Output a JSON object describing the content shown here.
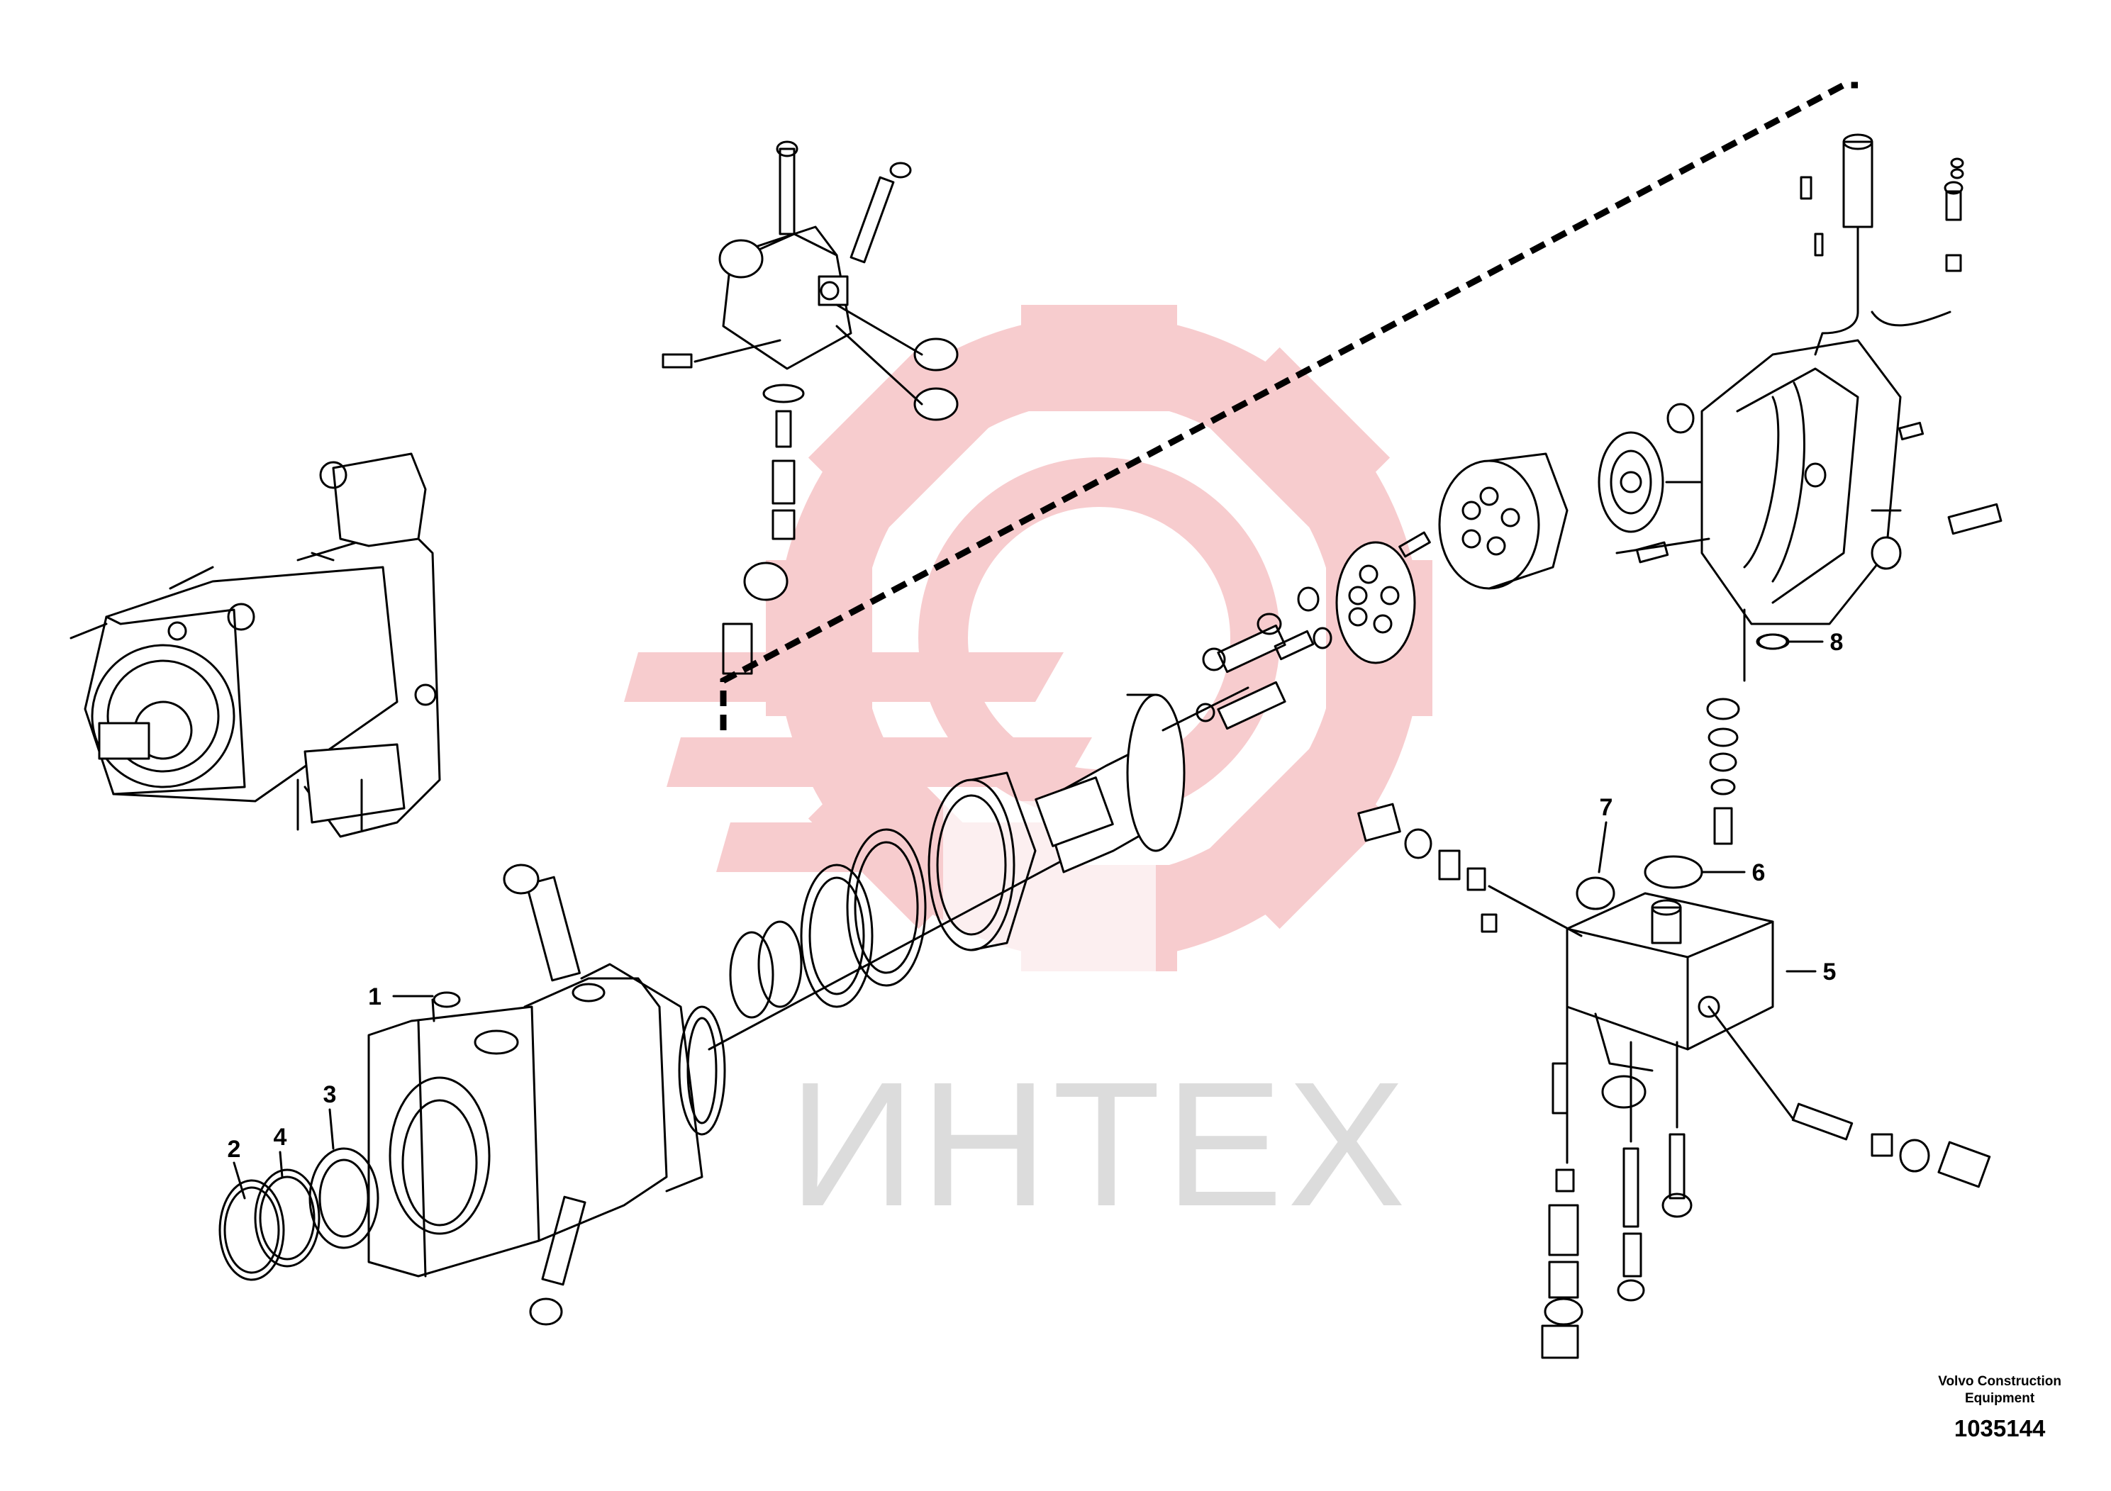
{
  "watermark": {
    "text": "ИНТЕХ",
    "gear_color": "#f6c3c6",
    "text_color": "#dcdcdc"
  },
  "callouts": {
    "c1": "1",
    "c2": "2",
    "c3": "3",
    "c4": "4",
    "c5": "5",
    "c6": "6",
    "c7": "7",
    "c8": "8"
  },
  "credit": {
    "line1": "Volvo Construction",
    "line2": "Equipment",
    "number": "1035144"
  },
  "colors": {
    "ink": "#000000",
    "background": "#ffffff"
  }
}
